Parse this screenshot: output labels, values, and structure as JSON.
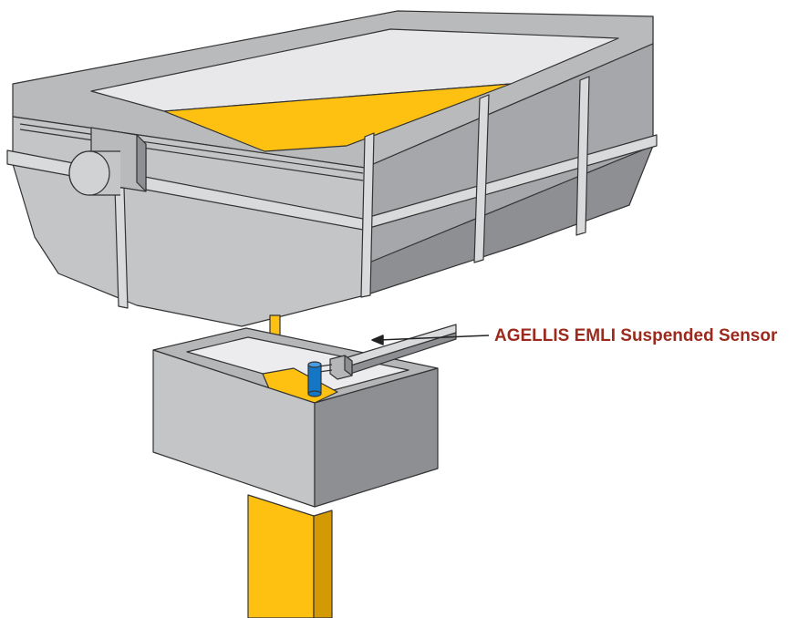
{
  "callout": {
    "label": "AGELLIS EMLI Suspended Sensor"
  },
  "colors": {
    "metal": "#fec111",
    "steel_top": "#b5b6b8",
    "steel_front": "#c4c5c7",
    "steel_side": "#8e8f92",
    "steel_light": "#d9dadb",
    "inner_light": "#ececee",
    "sensor": "#1676c6",
    "label": "#9b2a1d",
    "outline": "#333333"
  },
  "icons": [
    "ladle-shape",
    "tundish-shape",
    "sensor-icon",
    "pour-stream-shape",
    "mold-shape"
  ]
}
